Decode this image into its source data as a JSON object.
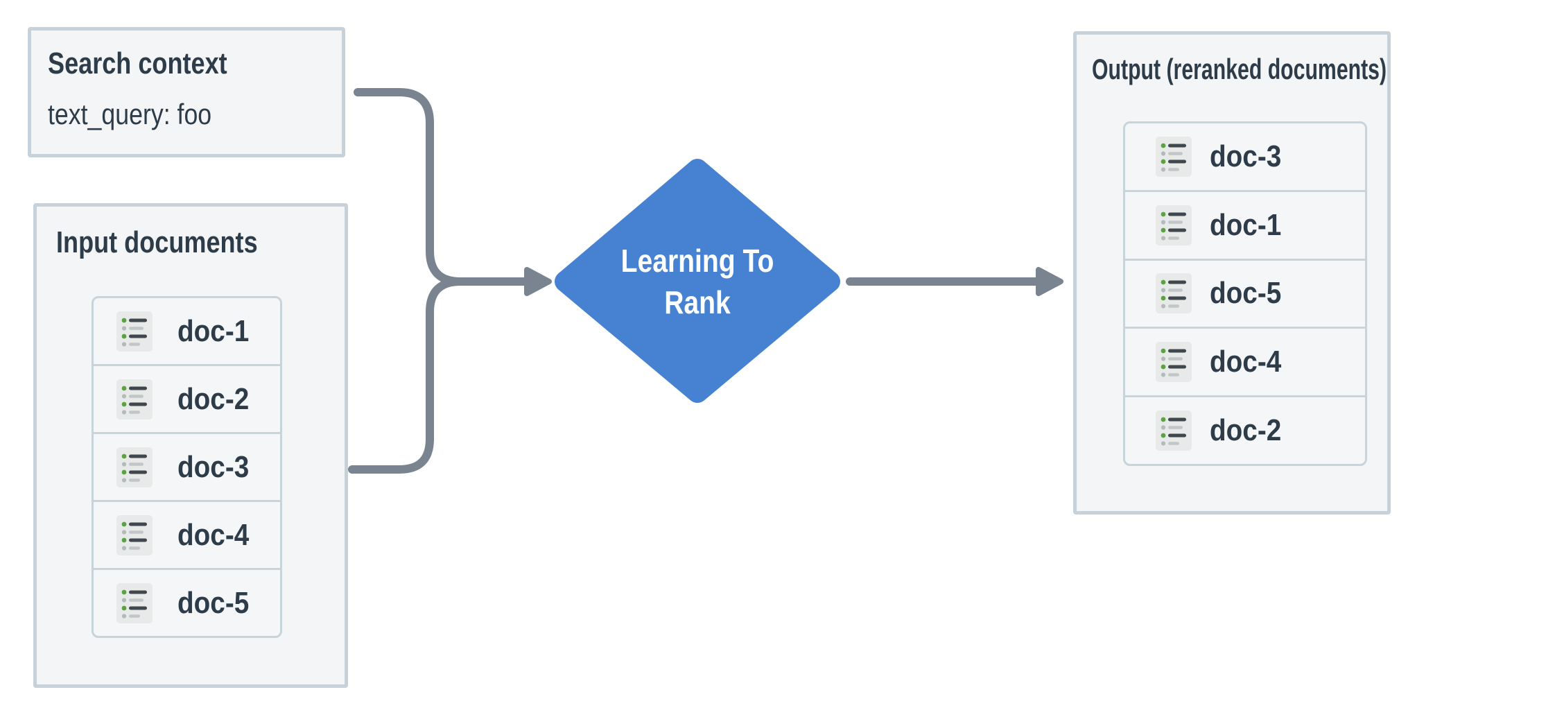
{
  "palette": {
    "box_bg": "#f3f5f6",
    "box_border": "#c7d1d9",
    "row_bg": "#f5f6f7",
    "row_border": "#c9d3da",
    "text_dark": "#2e3c49",
    "diamond_fill": "#4682d1",
    "diamond_text": "#ffffff",
    "arrow": "#7a8490",
    "icon_bg": "#e8e9e9",
    "icon_green": "#5aa33e",
    "icon_dark_line": "#3f464c",
    "icon_gray_dot": "#b4b9bc",
    "icon_gray_line": "#c2c6c9"
  },
  "search_context": {
    "title": "Search context",
    "query": "text_query: foo"
  },
  "input_documents": {
    "title": "Input documents",
    "items": [
      "doc-1",
      "doc-2",
      "doc-3",
      "doc-4",
      "doc-5"
    ]
  },
  "process": {
    "label_line1": "Learning To",
    "label_line2": "Rank"
  },
  "output_documents": {
    "title": "Output (reranked documents)",
    "items": [
      "doc-3",
      "doc-1",
      "doc-5",
      "doc-4",
      "doc-2"
    ]
  }
}
